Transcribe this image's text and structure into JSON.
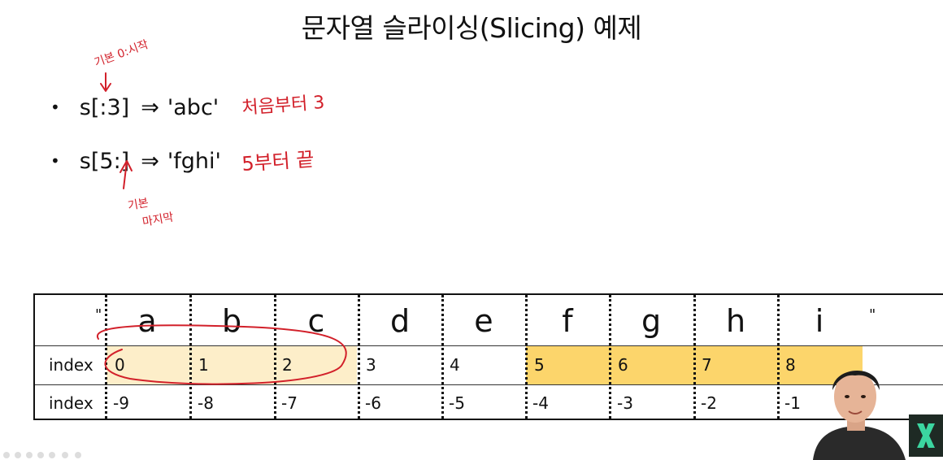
{
  "title": "문자열 슬라이싱(Slicing) 예제",
  "bullets": [
    {
      "dot": "•",
      "expr": "s[:3]",
      "arrow": "⇒",
      "result": "'abc'",
      "note": "처음부터 3"
    },
    {
      "dot": "•",
      "expr": "s[5:]",
      "arrow": "⇒",
      "result": "'fghi'",
      "note": "5부터 끝"
    }
  ],
  "annotations": {
    "top_note": "기본 0:시작",
    "bottom_note_line1": "기본",
    "bottom_note_line2": "마지막"
  },
  "table": {
    "open_quote": "\"",
    "close_quote": "\"",
    "letters": [
      "a",
      "b",
      "c",
      "d",
      "e",
      "f",
      "g",
      "h",
      "i"
    ],
    "row_label": "index",
    "positive_index": [
      "0",
      "1",
      "2",
      "3",
      "4",
      "5",
      "6",
      "7",
      "8"
    ],
    "negative_index": [
      "-9",
      "-8",
      "-7",
      "-6",
      "-5",
      "-4",
      "-3",
      "-2",
      "-1"
    ]
  },
  "colors": {
    "ink_red": "#d2202a",
    "highlight_light": "#fdeec9",
    "highlight_dark": "#fcd56b"
  },
  "icons": [
    "presenter-webcam",
    "channel-logo-icon"
  ]
}
